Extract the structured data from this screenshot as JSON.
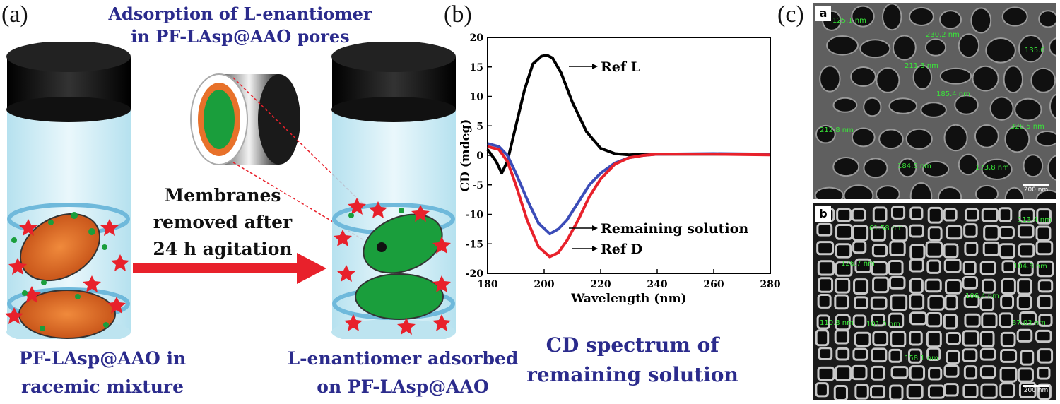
{
  "panels": {
    "a": "(a)",
    "b": "(b)",
    "c": "(c)"
  },
  "panel_a": {
    "top_title_line1": "Adsorption of L-enantiomer",
    "top_title_line2": "in PF-LAsp@AAO pores",
    "arrow_text_line1": "Membranes",
    "arrow_text_line2": "removed after",
    "arrow_text_line3": "24 h agitation",
    "left_caption_line1": "PF-LAsp@AAO in",
    "left_caption_line2": "racemic mixture",
    "right_caption_line1": "L-enantiomer adsorbed",
    "right_caption_line2": "on PF-LAsp@AAO",
    "colors": {
      "membrane": "#e8712a",
      "adsorbed": "#1a9e3c",
      "star": "#e8212b",
      "arrow": "#e8212b",
      "cap": "#111111",
      "vial": "#bfe6f2"
    }
  },
  "panel_b": {
    "caption_line1": "CD spectrum of",
    "caption_line2": "remaining solution"
  },
  "chart_data": {
    "type": "line",
    "xlabel": "Wavelength (nm)",
    "ylabel": "CD (mdeg)",
    "xlim": [
      180,
      280
    ],
    "ylim": [
      -20,
      20
    ],
    "xticks": [
      180,
      200,
      220,
      240,
      260,
      280
    ],
    "yticks": [
      20,
      15,
      10,
      5,
      0,
      -5,
      -10,
      -15,
      -20
    ],
    "series": [
      {
        "name": "Ref L",
        "color": "#000000",
        "x": [
          180,
          183,
          185,
          187,
          190,
          193,
          196,
          199,
          201,
          203,
          206,
          210,
          215,
          220,
          225,
          230,
          235,
          240,
          260,
          280
        ],
        "y": [
          1,
          -1,
          -3,
          -1,
          5,
          11,
          15.5,
          16.8,
          17,
          16.5,
          14,
          9,
          4,
          1.2,
          0.3,
          0.1,
          0.2,
          0.2,
          0.2,
          0.2
        ]
      },
      {
        "name": "Remaining solution",
        "color": "#3b4cb8",
        "x": [
          180,
          184,
          187,
          190,
          194,
          198,
          202,
          205,
          208,
          212,
          216,
          220,
          225,
          230,
          235,
          240,
          260,
          280
        ],
        "y": [
          2,
          1.5,
          0,
          -3,
          -7.5,
          -11.5,
          -13.3,
          -12.5,
          -11,
          -8,
          -5,
          -3,
          -1.3,
          -0.4,
          0,
          0.2,
          0.3,
          0.2
        ]
      },
      {
        "name": "Ref D",
        "color": "#e8212b",
        "x": [
          180,
          184,
          187,
          190,
          194,
          198,
          202,
          205,
          208,
          212,
          216,
          220,
          225,
          230,
          235,
          240,
          260,
          280
        ],
        "y": [
          1.5,
          1,
          -1,
          -5,
          -11,
          -15.5,
          -17.2,
          -16.5,
          -14.5,
          -11,
          -7,
          -4,
          -1.5,
          -0.4,
          0,
          0.2,
          0.2,
          0.1
        ]
      }
    ]
  },
  "panel_c": {
    "sub_a": {
      "tag": "a",
      "scale": "200 nm",
      "labels": [
        "125.1 nm",
        "230.2 nm",
        "211.3 nm",
        "135.0",
        "185.4 nm",
        "212.8 nm",
        "328.5 nm",
        "184.6 nm",
        "173.8 nm"
      ]
    },
    "sub_b": {
      "tag": "b",
      "scale": "200 nm",
      "labels": [
        "61.58 nm",
        "113.4 nm",
        "126.7 nm",
        "104.8 nm",
        "106.4 nm",
        "110.8 nm",
        "101.0 nm",
        "87.03 nm",
        "158.1 nm"
      ]
    },
    "label_color": "#39e639"
  }
}
